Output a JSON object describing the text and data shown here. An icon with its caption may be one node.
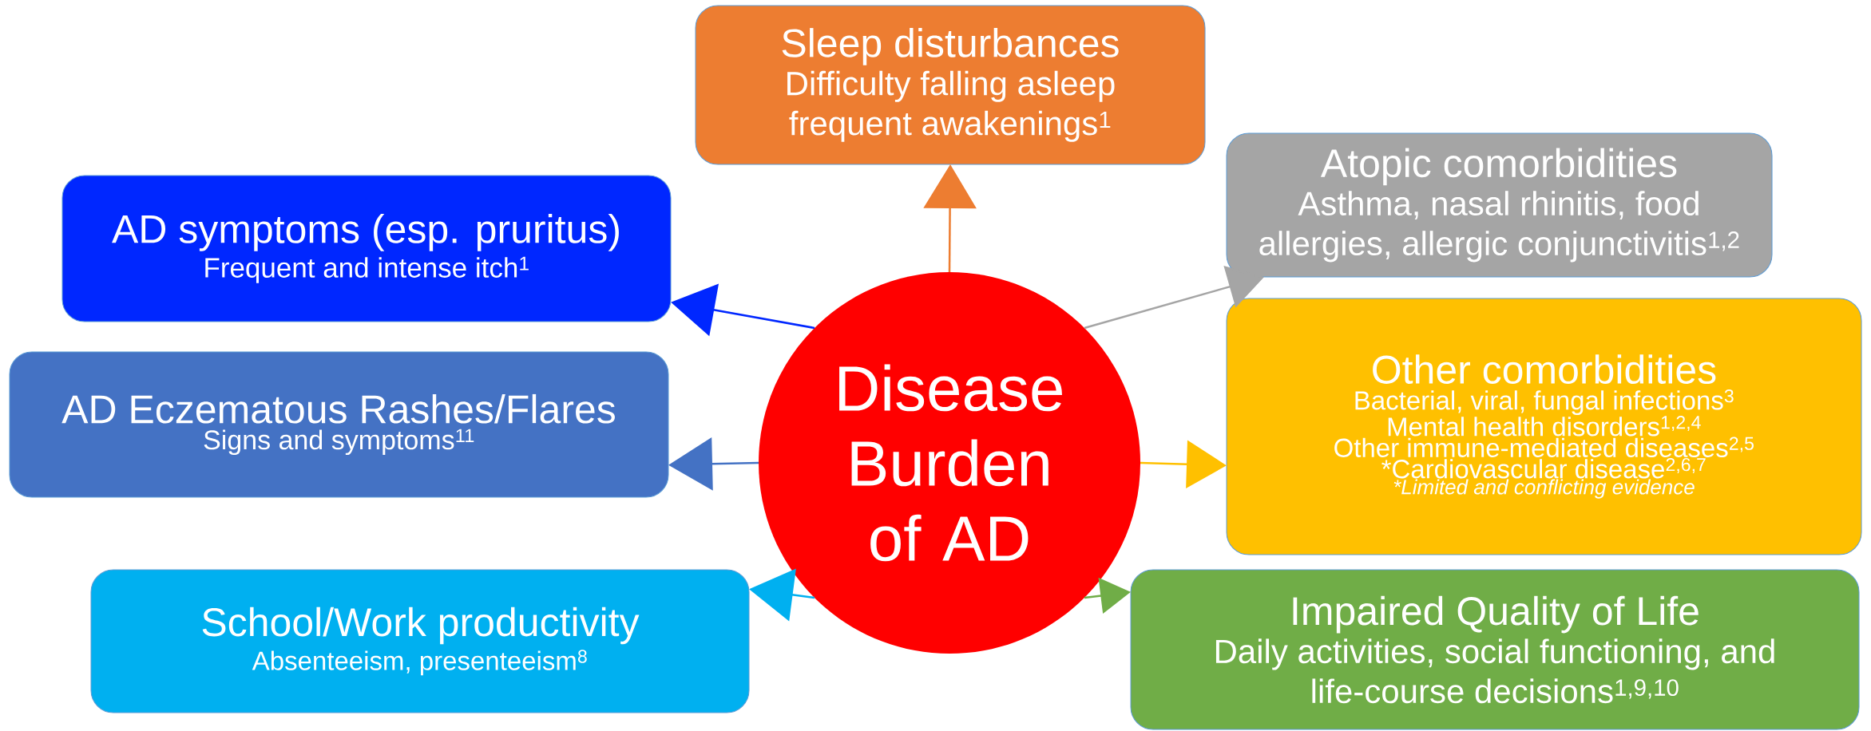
{
  "diagram": {
    "nodes": [
      {
        "text": [
          "Disease Burden of AD"
        ]
      },
      {
        "text": [
          "Sleep disturbances",
          "Difficulty falling asleep frequent awakenings$^{1}$"
        ]
      },
      {
        "text": [
          "Atopic comorbidities",
          "Asthma, nasal rhinitis, food allergies, allergic conjunctivitis$^{1,2}$"
        ]
      },
      {
        "text": [
          "AD symptoms (esp. pruritus)",
          "Frequent and intense itch$^{1}$"
        ]
      },
      {
        "text": [
          "Other comorbidities",
          "Bacterial, viral, fungal infections$^{3}$",
          "Mental health disorders$^{1,2,4}$",
          "Other immune-mediated diseases$^{2,5}$",
          "*Cardiovascular disease$^{2,6,7}$",
          "*Limited and conflicting evidence"
        ]
      },
      {
        "text": [
          "AD Eczematous Rashes/Flares",
          "Signs and symptoms$^{11}$"
        ]
      },
      {
        "text": [
          "School/Work productivity",
          "Absenteeism, presenteeism$^{8}$"
        ]
      },
      {
        "text": [
          "Impaired Quality of Life",
          "Daily activities, social functioning, and life-course decisions$^{1,9,10}$"
        ]
      }
    ],
    "edges": [
      {
        "from": 0,
        "to": 1,
        "arrow": "to",
        "color": "#ed7d31"
      },
      {
        "from": 0,
        "to": 2,
        "arrow": "to",
        "color": "#a5a5a5"
      },
      {
        "from": 0,
        "to": 3,
        "arrow": "to",
        "color": "#0027ff"
      },
      {
        "from": 0,
        "to": 4,
        "arrow": "to",
        "color": "#ffc000"
      },
      {
        "from": 0,
        "to": 5,
        "arrow": "to",
        "color": "#4472c4"
      },
      {
        "from": 0,
        "to": 6,
        "arrow": "to",
        "color": "#00b0f0"
      },
      {
        "from": 0,
        "to": 7,
        "arrow": "to",
        "color": "#70ad47"
      }
    ]
  }
}
